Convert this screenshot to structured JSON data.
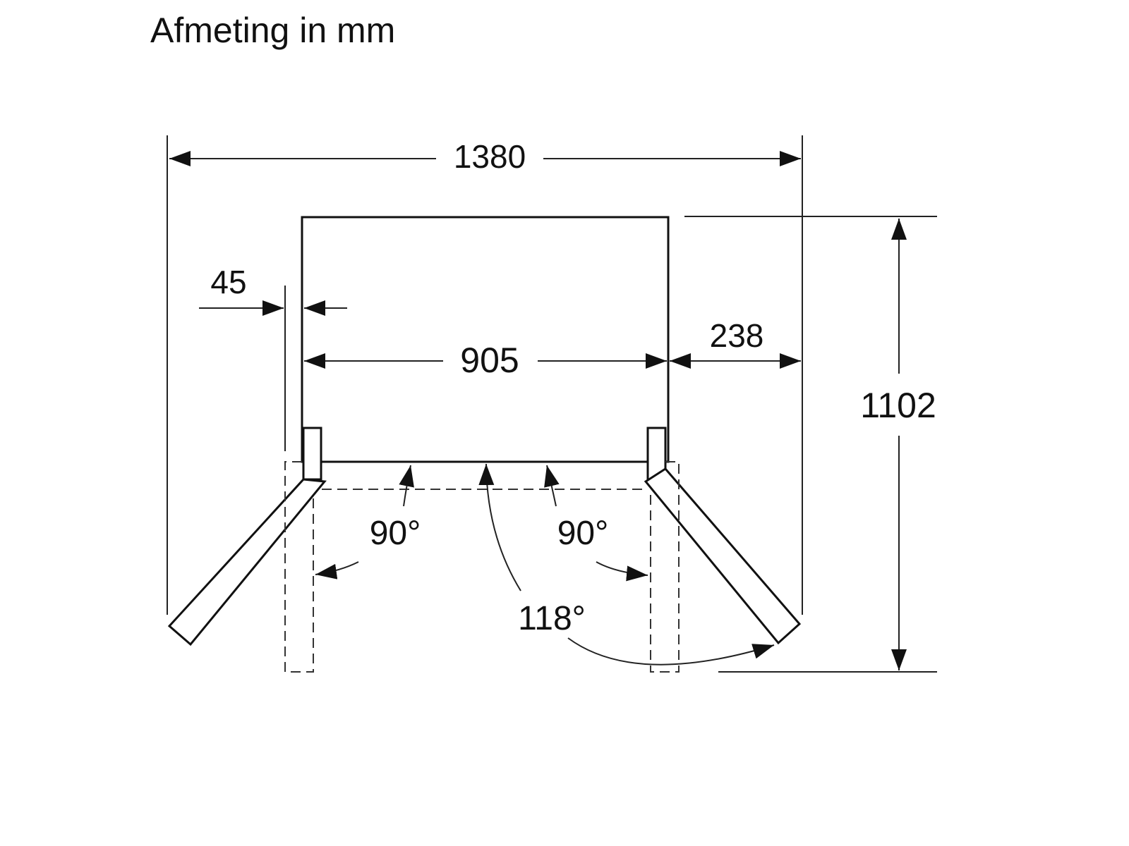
{
  "title": "Afmeting in mm",
  "dimensions": {
    "total_width": "1380",
    "body_width": "905",
    "side_clearance": "238",
    "hinge_offset": "45",
    "total_depth": "1102"
  },
  "angles": {
    "left_door": "90°",
    "right_door": "90°",
    "max_opening": "118°"
  }
}
